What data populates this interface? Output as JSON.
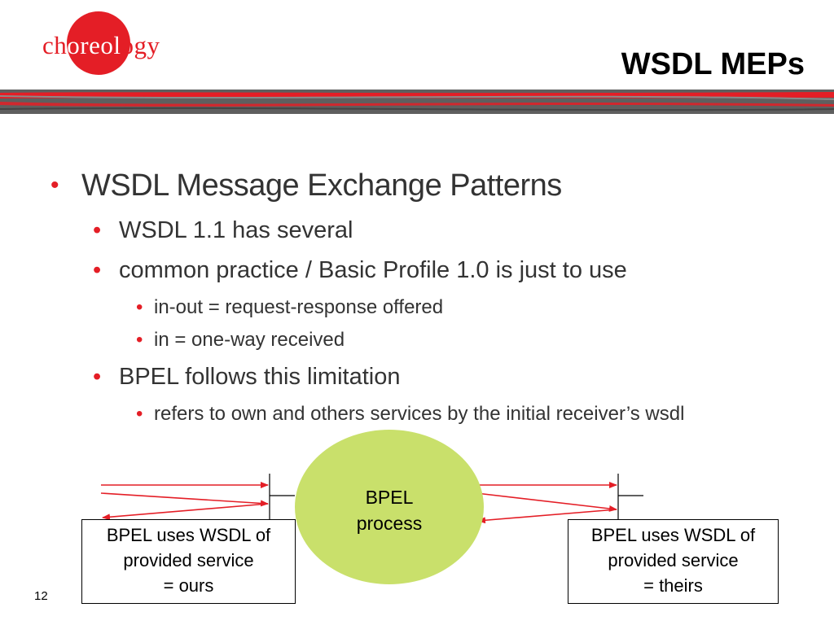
{
  "header": {
    "logo_text": "choreology",
    "title": "WSDL MEPs",
    "colors": {
      "accent": "#e41e26",
      "band": "#5a5a5a"
    }
  },
  "bullets": [
    {
      "level": 1,
      "text": "WSDL Message Exchange Patterns"
    },
    {
      "level": 2,
      "text": "WSDL 1.1 has several"
    },
    {
      "level": 2,
      "text": "common practice / Basic Profile 1.0 is just to use"
    },
    {
      "level": 3,
      "text": "in-out = request-response offered"
    },
    {
      "level": 3,
      "text": "in = one-way received"
    },
    {
      "level": 2,
      "text": "BPEL follows this limitation"
    },
    {
      "level": 3,
      "text": "refers to own and others services by the initial receiver’s wsdl"
    }
  ],
  "diagram": {
    "process": {
      "line1": "BPEL",
      "line2": "process",
      "color": "#c9e06b"
    },
    "left_box": {
      "line1": "BPEL uses WSDL of",
      "line2": "provided service",
      "line3": "= ours"
    },
    "right_box": {
      "line1": "BPEL uses WSDL of",
      "line2": "provided service",
      "line3": "= theirs"
    },
    "arrow_color": "#e41e26"
  },
  "footer": {
    "page_number": "12"
  }
}
